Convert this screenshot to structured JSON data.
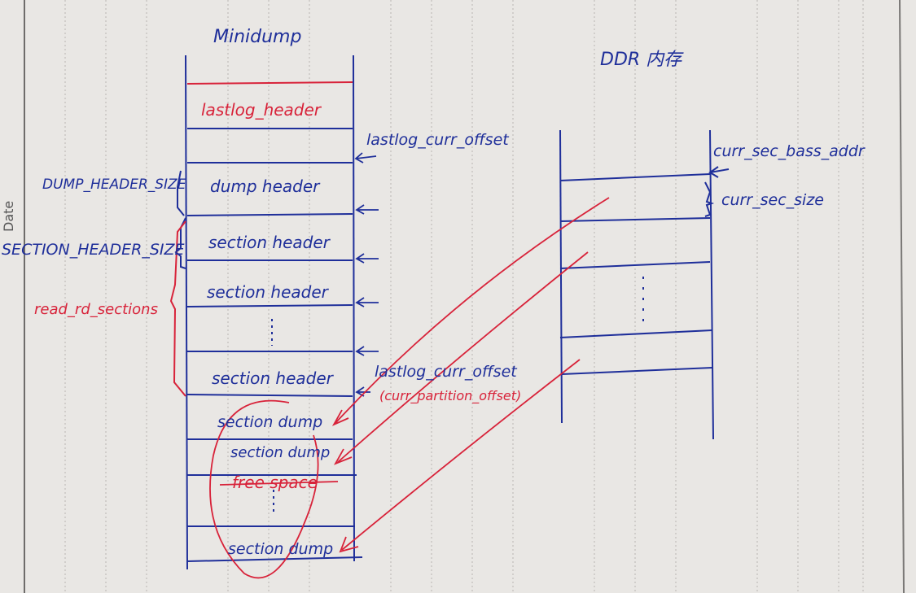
{
  "paper": {
    "date_label": "Date"
  },
  "minidump": {
    "title": "Minidump",
    "blocks": {
      "lastlog_header": "lastlog_header",
      "dump_header": "dump header",
      "section_header_1": "section header",
      "section_header_2": "section header",
      "section_header_3": "section header",
      "section_dump_1": "section dump",
      "section_dump_2": "section dump",
      "free_space": "free space",
      "section_dump_3": "section dump"
    },
    "labels": {
      "dump_header_size": "DUMP_HEADER_SIZE",
      "section_header_size": "SECTION_HEADER_SIZE",
      "read_sections": "read_rd_sections",
      "lastlog_curr_offset_top": "lastlog_curr_offset",
      "lastlog_curr_offset_bottom": "lastlog_curr_offset",
      "curr_partition_offset": "(curr_partition_offset)"
    }
  },
  "ddr": {
    "title": "DDR 内存",
    "labels": {
      "curr_sec_base_addr": "curr_sec_bass_addr",
      "curr_sec_size": "curr_sec_size"
    }
  },
  "colors": {
    "blue_ink": "#1f2f9a",
    "red_ink": "#d8233a",
    "paper": "#e9e7e4"
  }
}
